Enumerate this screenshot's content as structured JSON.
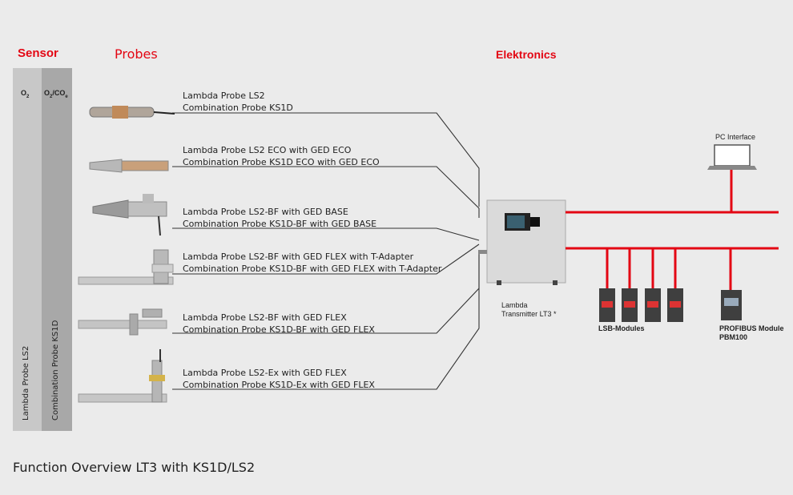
{
  "headers": {
    "sensor": "Sensor",
    "probes": "Probes",
    "electronics": "Elektronics"
  },
  "sensor_columns": {
    "o2_top": "O",
    "o2_sub": "2",
    "co_top": "O",
    "co_sub": "2",
    "co_sep": "/CO",
    "co_sub2": "e",
    "o2_vertical": "Lambda Probe LS2",
    "co_vertical": "Combination Probe KS1D"
  },
  "probes": [
    {
      "line1": "Lambda Probe LS2",
      "line2": "Combination Probe KS1D"
    },
    {
      "line1": "Lambda Probe LS2 ECO with GED ECO",
      "line2": "Combination Probe KS1D ECO with GED ECO"
    },
    {
      "line1": "Lambda Probe LS2-BF with GED BASE",
      "line2": "Combination Probe KS1D-BF with GED BASE"
    },
    {
      "line1": "Lambda Probe LS2-BF with GED FLEX with T-Adapter",
      "line2": "Combination Probe KS1D-BF with GED FLEX with T-Adapter"
    },
    {
      "line1": "Lambda Probe LS2-BF with GED FLEX",
      "line2": "Combination Probe KS1D-BF with GED FLEX"
    },
    {
      "line1": "Lambda Probe LS2-Ex with GED FLEX",
      "line2": "Combination Probe KS1D-Ex with GED FLEX"
    }
  ],
  "transmitter": {
    "line1": "Lambda",
    "line2": "Transmitter LT3 *"
  },
  "pc_interface": "PC Interface",
  "lsb_modules": "LSB-Modules",
  "profibus": {
    "line1": "PROFIBUS Module",
    "line2": "PBM100"
  },
  "caption": "Function Overview LT3 with KS1D/LS2",
  "colors": {
    "accent_red": "#e30613",
    "line": "#333333",
    "background": "#ebebeb"
  }
}
